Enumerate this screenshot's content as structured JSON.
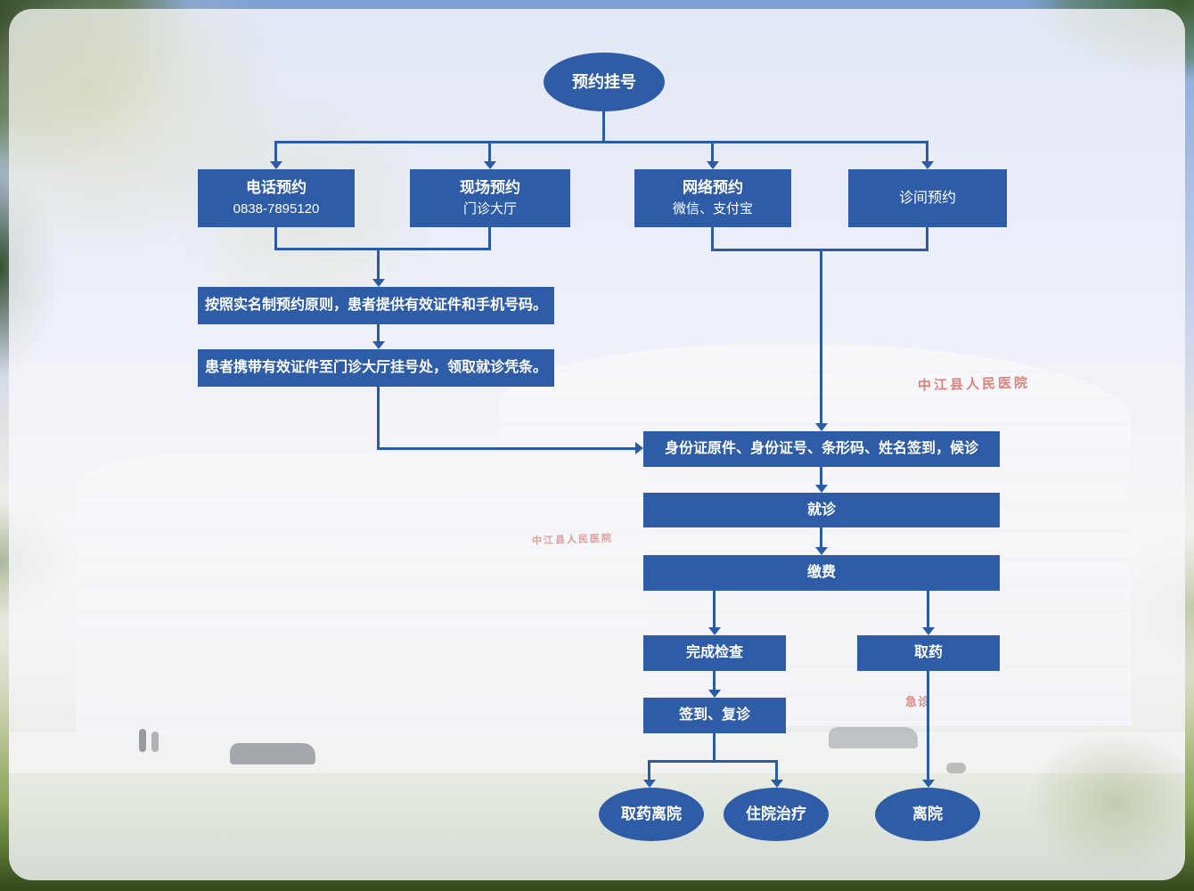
{
  "flow": {
    "start": "预约挂号",
    "branches": [
      {
        "title": "电话预约",
        "subtitle": "0838-7895120"
      },
      {
        "title": "现场预约",
        "subtitle": "门诊大厅"
      },
      {
        "title": "网络预约",
        "subtitle": "微信、支付宝"
      },
      {
        "title": "诊间预约",
        "subtitle": ""
      }
    ],
    "notes": [
      "按照实名制预约原则，患者提供有效证件和手机号码。",
      "患者携带有效证件至门诊大厅挂号处，领取就诊凭条。"
    ],
    "steps": [
      "身份证原件、身份证号、条形码、姓名签到，候诊",
      "就诊",
      "缴费",
      "完成检查",
      "取药",
      "签到、复诊"
    ],
    "ends": [
      "取药离院",
      "住院治疗",
      "离院"
    ]
  },
  "background": {
    "building_sign_main": "中江县人民医院",
    "building_sign_left": "中江县人民医院",
    "emergency_sign": "急诊"
  },
  "colors": {
    "node_fill": "#2e5ca6",
    "connector_line": "#2b5ba7",
    "node_text": "#ffffff",
    "overlay_wash": "#f6f7fb",
    "sky_edge": "#7fa0d4",
    "grass_edge": "#33471c"
  }
}
